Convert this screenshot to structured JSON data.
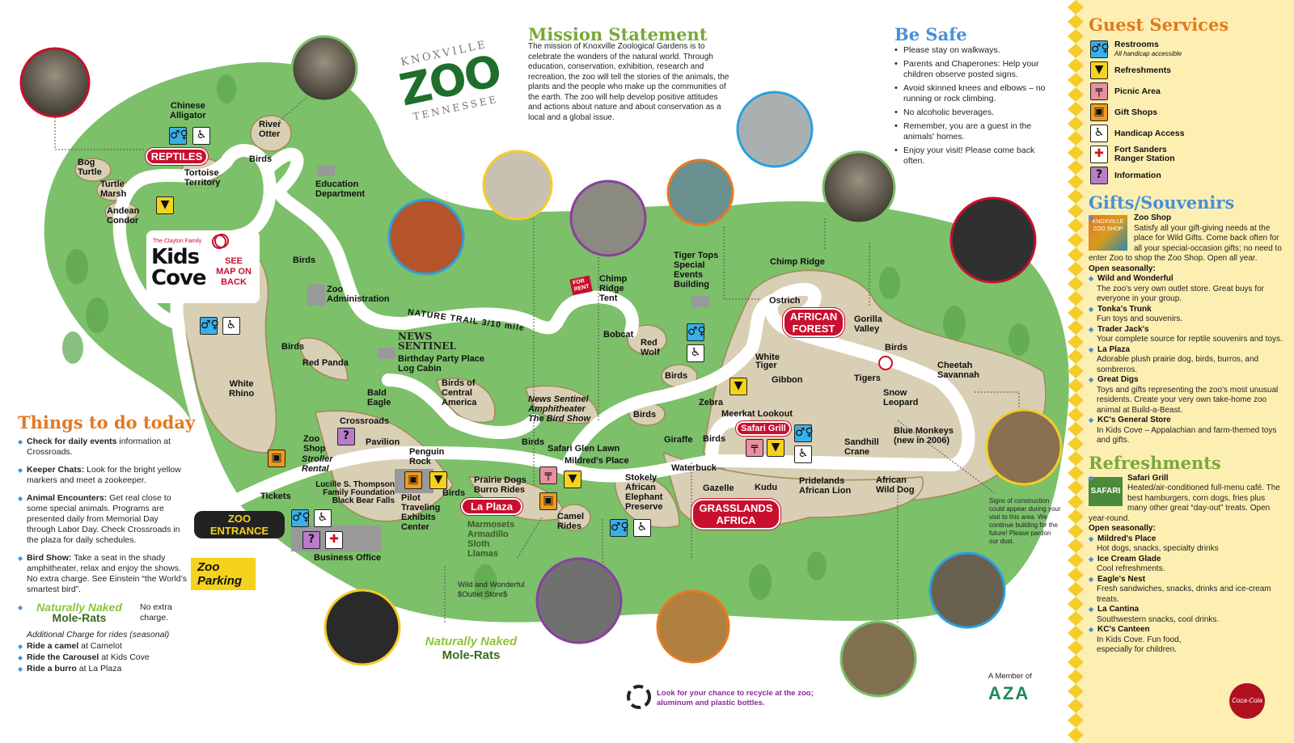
{
  "colors": {
    "park_green": "#7cc06a",
    "exhibit_tan": "#d9cfb4",
    "path": "#ffffff",
    "badge_red": "#c8102e",
    "sidebar_bg": "#fdefb2",
    "zigzag": "#f5cc2a"
  },
  "logo": {
    "top": "KNOXVILLE",
    "main": "ZOO",
    "bottom": "TENNESSEE"
  },
  "mission": {
    "title": "Mission Statement",
    "body": "The mission of Knoxville Zoological Gardens is to celebrate the wonders of the natural world. Through education, conservation, exhibition, research and recreation, the zoo will tell the stories of the animals, the plants and the people who make up the communities of the earth. The zoo will help develop positive attitudes and actions about nature and about conservation as a local and a global issue."
  },
  "be_safe": {
    "title": "Be Safe",
    "items": [
      "Please stay on walkways.",
      "Parents and Chaperones: Help your children observe posted signs.",
      "Avoid skinned knees and elbows – no running or rock climbing.",
      "No alcoholic beverages.",
      "Remember, you are a guest in the animals' homes.",
      "Enjoy your visit! Please come back often."
    ]
  },
  "things_to_do": {
    "title": "Things to do today",
    "items": [
      {
        "bold": "Check for daily events",
        "rest": " information at Crossroads."
      },
      {
        "bold": "Keeper Chats:",
        "rest": " Look for the bright yellow markers and meet a zookeeper."
      },
      {
        "bold": "Animal Encounters:",
        "rest": " Get real close to some special animals. Programs are presented daily from Memorial Day through Labor Day. Check Crossroads in the plaza for daily schedules."
      },
      {
        "bold": "Bird Show:",
        "rest": " Take a seat in the shady amphitheater, relax and enjoy the shows. No extra charge. See Einstein “the World’s smartest bird”."
      }
    ],
    "molerats_logo": "Naturally Naked",
    "molerats_sub": "Mole-Rats",
    "molerats_note": "No extra charge.",
    "rides_heading": "Additional Charge for rides (seasonal)",
    "rides": [
      {
        "bold": "Ride a camel",
        "rest": " at Camelot"
      },
      {
        "bold": "Ride the Carousel",
        "rest": " at Kids Cove"
      },
      {
        "bold": "Ride a burro",
        "rest": " at La  Plaza"
      }
    ]
  },
  "map": {
    "labels": [
      "Chinese\nAlligator",
      "Bog\nTurtle",
      "Turtle\nMarsh",
      "Andean\nCondor",
      "Tortoise\nTerritory",
      "River\nOtter",
      "Birds",
      "Education\nDepartment",
      "Birds",
      "Zoo\nAdministration",
      "Birds",
      "Red Panda",
      "White\nRhino",
      "Bald\nEagle",
      "Birthday Party Place\nLog Cabin",
      "Birds of\nCentral\nAmerica",
      "Crossroads",
      "Zoo\nShop",
      "Stroller\nRental",
      "Pavilion",
      "Penguin\nRock",
      "Tickets",
      "Lucille S. Thompson\nFamily Foundation\nBlack Bear Falls",
      "Pilot\nTraveling\nExhibits\nCenter",
      "Birds",
      "Prairie Dogs\nBurro Rides",
      "Marmosets\nArmadillo\nSloth\nLlamas",
      "Camel\nRides",
      "News Sentinel\nAmphitheater\nThe Bird Show",
      "Birds",
      "Safari Glen Lawn",
      "Mildred's Place",
      "Stokely\nAfrican\nElephant\nPreserve",
      "Business Office",
      "Chimp\nRidge\nTent",
      "Bobcat",
      "Red\nWolf",
      "Birds",
      "Birds",
      "Tiger Tops\nSpecial\nEvents\nBuilding",
      "Chimp Ridge",
      "Ostrich",
      "Gorilla\nValley",
      "White\nTiger",
      "Gibbon",
      "Birds",
      "Cheetah\nSavannah",
      "Tigers",
      "Snow\nLeopard",
      "Zebra",
      "Meerkat Lookout",
      "Giraffe",
      "Birds",
      "Blue Monkeys\n(new in 2006)",
      "Sandhill\nCrane",
      "Waterbuck",
      "Gazelle",
      "Kudu",
      "Pridelands\nAfrican Lion",
      "African\nWild Dog"
    ],
    "construction_note": "Signs of construction could appear during your visit to this area. We continue building for the future! Please pardon our dust.",
    "outlet": "Wild and Wonderful\n$Outlet Store$",
    "badges": {
      "reptiles": "REPTILES",
      "african_forest": "AFRICAN\nFOREST",
      "safari_grill": "Safari Grill",
      "grasslands": "GRASSLANDS\nAFRICA",
      "la_plaza": "La Plaza"
    },
    "zoo_entrance": "ZOO\nENTRANCE",
    "zoo_parking": "Zoo\nParking",
    "nature_trail": "NATURE TRAIL 3/10 mile",
    "for_rent": "FOR\nRENT",
    "news_sentinel_logo": "NEWS\nSENTINEL",
    "kids_cove": {
      "family": "The Clayton Family",
      "name": "Kids\nCove",
      "note": "SEE\nMAP ON\nBACK"
    },
    "molerats_logo": "Naturally Naked",
    "molerats_sub": "Mole-Rats"
  },
  "footer": {
    "recycle": "Look for your chance to recycle at the zoo;\naluminum and plastic bottles.",
    "aza_member": "A Member of",
    "aza_logo": "AZA",
    "coke_logo": "Coca-Cola"
  },
  "sidebar": {
    "guest_services": {
      "title": "Guest Services",
      "items": [
        {
          "icon": "restroom-icon",
          "label": "Restrooms",
          "sub": "All handicap accessible"
        },
        {
          "icon": "refreshments-icon",
          "label": "Refreshments"
        },
        {
          "icon": "picnic-icon",
          "label": "Picnic Area"
        },
        {
          "icon": "gift-icon",
          "label": "Gift Shops"
        },
        {
          "icon": "handicap-icon",
          "label": "Handicap Access"
        },
        {
          "icon": "first-aid-icon",
          "label": "Fort Sanders\nRanger Station"
        },
        {
          "icon": "info-icon",
          "label": "Information"
        }
      ]
    },
    "gifts": {
      "title": "Gifts/Souvenirs",
      "shop_logo": "KNOXVILLE ZOO SHOP",
      "zoo_shop": {
        "name": "Zoo Shop",
        "desc": "Satisfy all your gift-giving needs at the place for Wild Gifts. Come back often for all your special-occasion gifts; no need to enter Zoo to shop the Zoo Shop. Open all year."
      },
      "seasonal": "Open seasonally:",
      "items": [
        {
          "name": "Wild and Wonderful",
          "desc": "The zoo's very own outlet store. Great buys for everyone in your group."
        },
        {
          "name": "Tonka's Trunk",
          "desc": "Fun toys and souvenirs."
        },
        {
          "name": "Trader Jack's",
          "desc": "Your complete source for reptile souvenirs and toys."
        },
        {
          "name": "La Plaza",
          "desc": "Adorable plush prairie dog, birds, burros, and sombreros."
        },
        {
          "name": "Great Digs",
          "desc": "Toys and gifts representing the zoo's most unusual residents. Create your very own take-home zoo animal at Build-a-Beast."
        },
        {
          "name": "KC's General Store",
          "desc": "In Kids Cove – Appalachian and farm-themed toys and gifts."
        }
      ]
    },
    "refreshments": {
      "title": "Refreshments",
      "grill_logo": "SAFARI",
      "safari_grill": {
        "name": "Safari Grill",
        "desc": "Heated/air-conditioned full-menu café. The best hamburgers, corn dogs, fries plus many other great “day-out” treats. Open year-round."
      },
      "seasonal": "Open seasonally:",
      "items": [
        {
          "name": "Mildred's Place",
          "desc": "Hot dogs, snacks, specialty drinks"
        },
        {
          "name": "Ice Cream Glade",
          "desc": "Cool refreshments."
        },
        {
          "name": "Eagle's Nest",
          "desc": "Fresh sandwiches, snacks, drinks and ice-cream treats."
        },
        {
          "name": "La Cantina",
          "desc": "Southwestern snacks, cool drinks."
        },
        {
          "name": "KC's Canteen",
          "desc": "In Kids Cove. Fun food, especially for children."
        }
      ]
    }
  }
}
